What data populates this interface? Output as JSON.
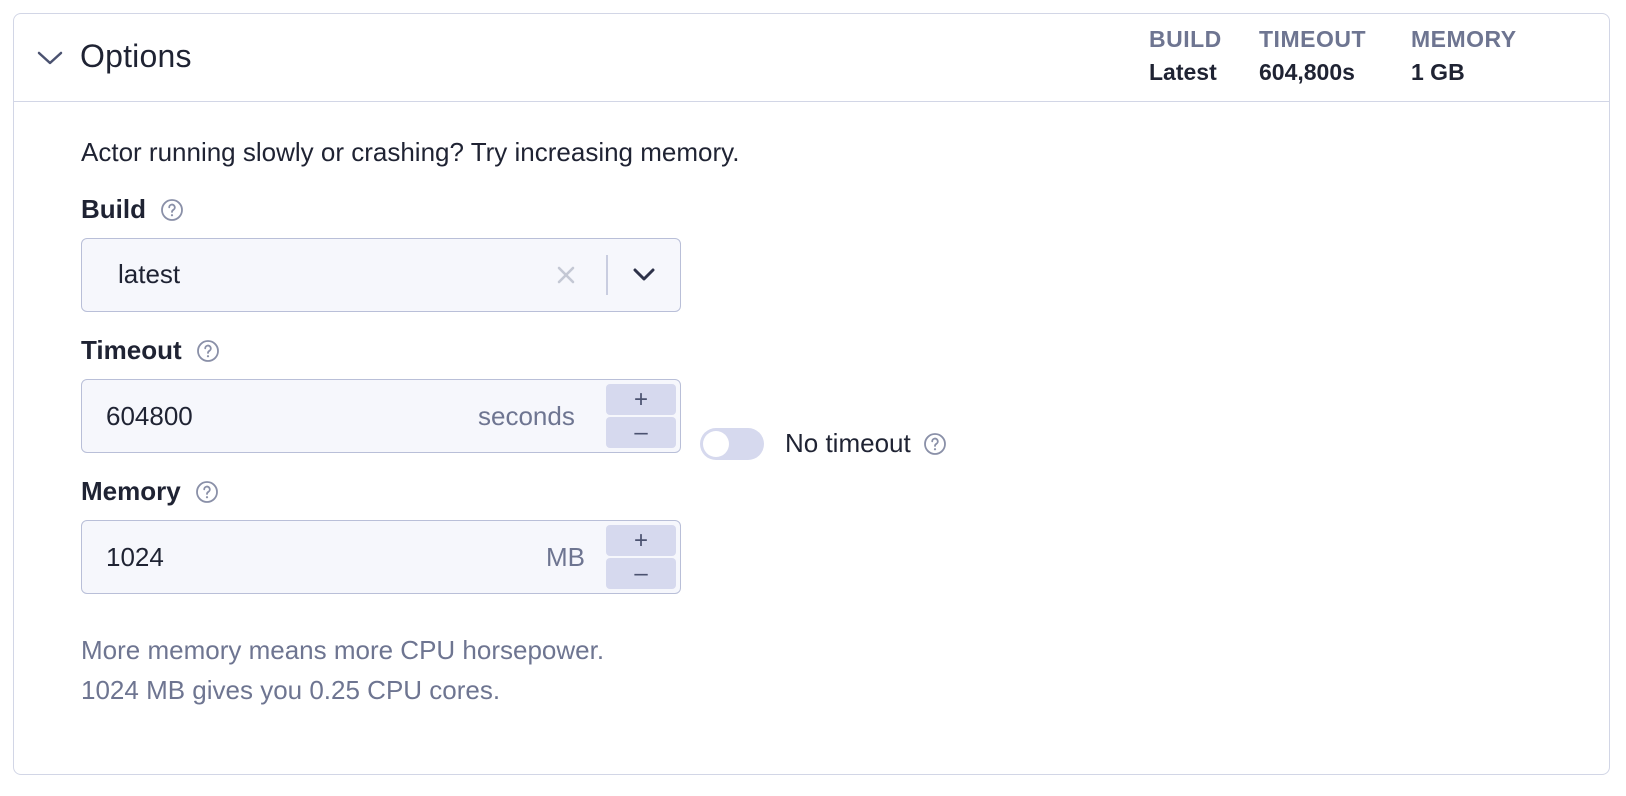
{
  "header": {
    "title": "Options",
    "summary": [
      {
        "label": "BUILD",
        "value": "Latest"
      },
      {
        "label": "TIMEOUT",
        "value": "604,800s"
      },
      {
        "label": "MEMORY",
        "value": "1 GB"
      }
    ]
  },
  "hint": "Actor running slowly or crashing? Try increasing memory.",
  "build": {
    "label": "Build",
    "value": "latest"
  },
  "timeout": {
    "label": "Timeout",
    "value": "604800",
    "unit": "seconds",
    "toggle_label": "No timeout",
    "no_timeout_enabled": false
  },
  "memory": {
    "label": "Memory",
    "value": "1024",
    "unit": "MB",
    "hint_line1": "More memory means more CPU horsepower.",
    "hint_line2": "1024 MB gives you 0.25 CPU cores."
  },
  "stepper": {
    "increment": "+",
    "decrement": "–"
  },
  "icons": {
    "collapse": "chevron-down-icon",
    "help": "question-circle-icon",
    "clear": "close-icon",
    "dropdown": "chevron-down-icon"
  },
  "colors": {
    "border": "#d2d6e6",
    "input_bg": "#f6f7fc",
    "stepper_bg": "#d6d9ee",
    "muted_text": "#6e7591",
    "text": "#1f2333"
  }
}
